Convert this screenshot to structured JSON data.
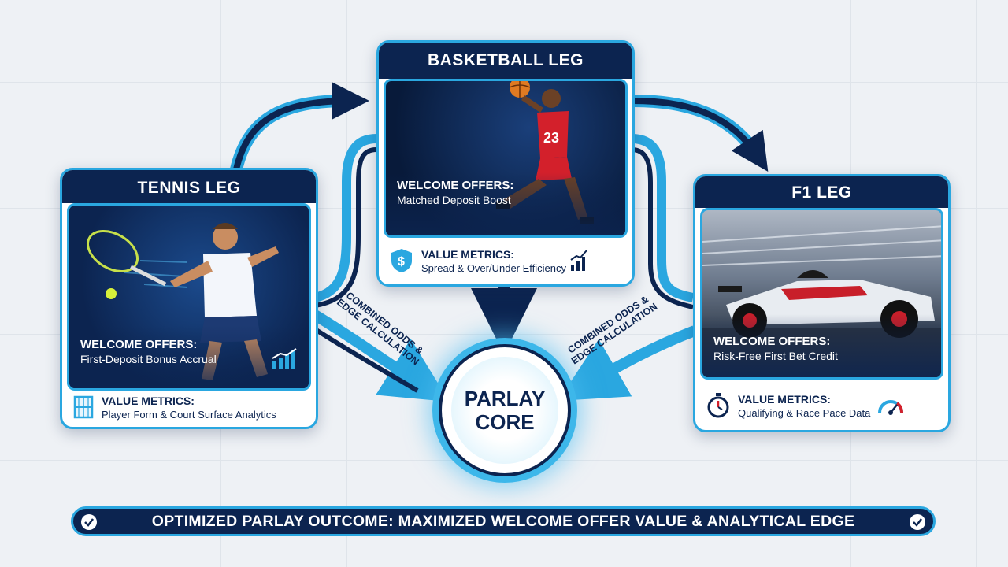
{
  "cards": {
    "tennis": {
      "title": "TENNIS LEG",
      "offer_title": "WELCOME OFFERS:",
      "offer_value": "First-Deposit Bonus Accrual",
      "metrics_title": "VALUE METRICS:",
      "metrics_value": "Player Form & Court Surface Analytics"
    },
    "basketball": {
      "title": "BASKETBALL LEG",
      "offer_title": "WELCOME OFFERS:",
      "offer_value": "Matched Deposit Boost",
      "metrics_title": "VALUE METRICS:",
      "metrics_value": "Spread & Over/Under Efficiency",
      "jersey_number": "23"
    },
    "f1": {
      "title": "F1 LEG",
      "offer_title": "WELCOME OFFERS:",
      "offer_value": "Risk-Free First Bet Credit",
      "metrics_title": "VALUE METRICS:",
      "metrics_value": "Qualifying & Race Pace Data"
    }
  },
  "core": {
    "line1": "PARLAY",
    "line2": "CORE"
  },
  "calc_labels": {
    "left_line1": "COMBINED ODDS &",
    "left_line2": "EDGE CALCULATION",
    "right_line1": "COMBINED ODDS &",
    "right_line2": "EDGE CALCULATION"
  },
  "banner": {
    "text": "OPTIMIZED PARLAY OUTCOME: MAXIMIZED WELCOME OFFER VALUE & ANALYTICAL EDGE"
  },
  "colors": {
    "navy": "#0c2450",
    "accent": "#2aa7e0",
    "background": "#eef1f5"
  }
}
